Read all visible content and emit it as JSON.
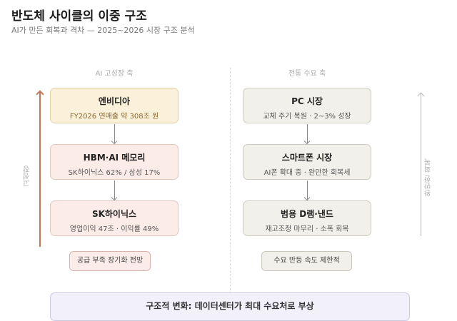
{
  "title": "반도체 사이클의 이중 구조",
  "subtitle": "AI가 만든 회복과 격차 — 2025~2026 시장 구조 분석",
  "left": {
    "axis": "AI 고성장 축",
    "side_label": "고성장",
    "boxes": [
      {
        "title": "엔비디아",
        "desc": "FY2026 연매출 약 308조 원"
      },
      {
        "title": "HBM·AI 메모리",
        "desc": "SK하이닉스 62% / 삼성 17%"
      },
      {
        "title": "SK하이닉스",
        "desc": "영업이익 47조 · 이익률 49%"
      }
    ],
    "pill": "공급 부족 장기화 전망"
  },
  "right": {
    "axis": "전통 수요 축",
    "side_label": "완만한 회복",
    "boxes": [
      {
        "title": "PC 시장",
        "desc": "교체 주기 복원 · 2~3% 성장"
      },
      {
        "title": "스마트폰 시장",
        "desc": "AI폰 확대 중 · 완만한 회복세"
      },
      {
        "title": "범용 D램·낸드",
        "desc": "재고조정 마무리 · 소폭 회복"
      }
    ],
    "pill": "수요 반등 속도 제한적"
  },
  "bottom": "구조적 변화: 데이터센터가 최대 수요처로 부상"
}
